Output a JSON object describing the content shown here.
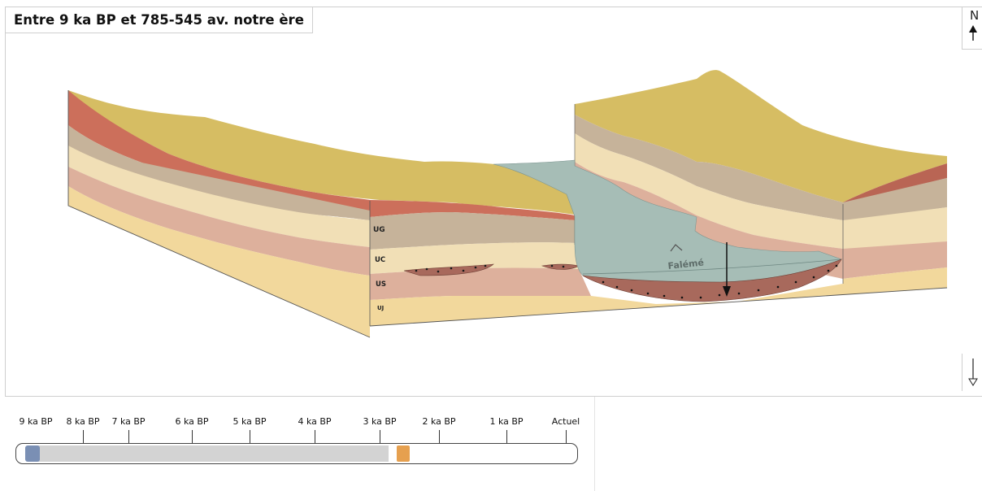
{
  "title": "Entre 9 ka BP et 785-545 av. notre ère",
  "north_label": "N",
  "layers": [
    "UG",
    "UC",
    "US",
    "UJ"
  ],
  "river_label": "Falémé",
  "timeline": {
    "ticks": [
      "9 ka BP",
      "8 ka BP",
      "7 ka BP",
      "6 ka BP",
      "5 ka BP",
      "4 ka BP",
      "3 ka BP",
      "2 ka BP",
      "1 ka BP",
      "Actuel"
    ],
    "progress_fraction": 0.66
  },
  "colors": {
    "surface": "#d6bd63",
    "red_layer": "#cc6f5b",
    "ug": "#c6b39a",
    "uc": "#f1dfb6",
    "us": "#ddb09c",
    "uj": "#f2d89c",
    "water": "#a6bdb6",
    "gravel": "#a8695c",
    "start_marker": "#7a8fb4",
    "current_marker": "#e6a04f"
  }
}
